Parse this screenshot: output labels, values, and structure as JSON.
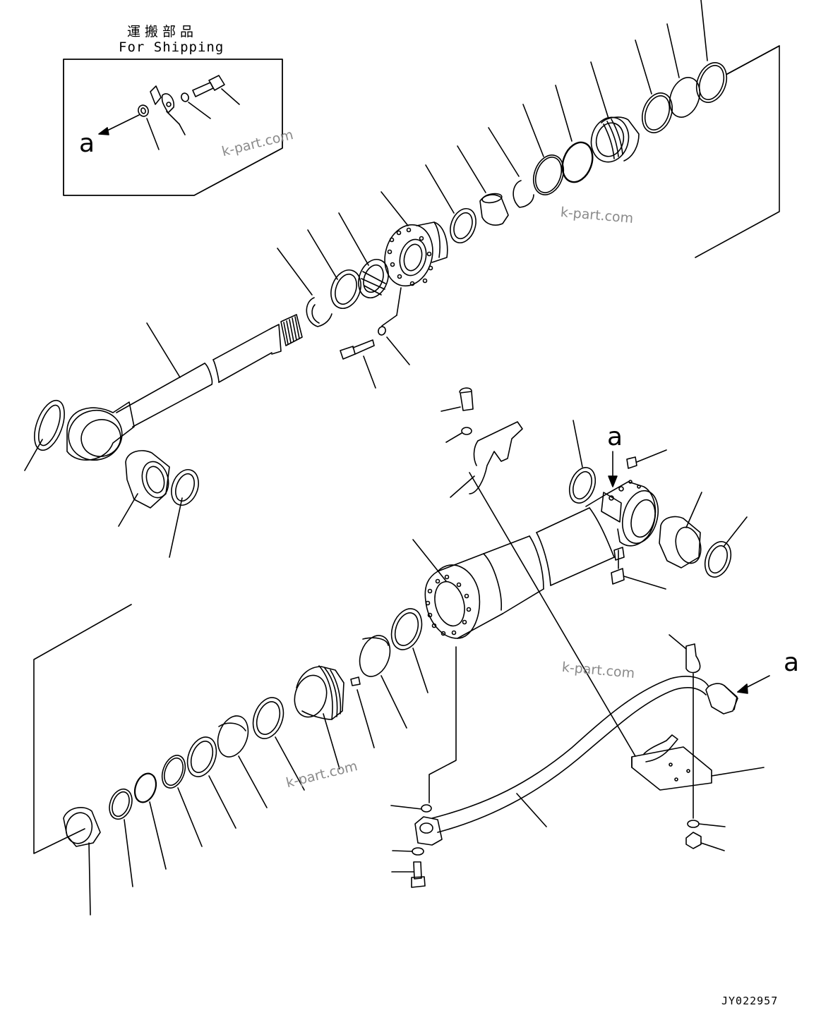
{
  "shipping_box": {
    "title_jp": "運搬部品",
    "title_en": "For Shipping"
  },
  "reference_marks": {
    "shipping_arrow": "a",
    "head_port": "a",
    "hose_end": "a"
  },
  "watermarks": [
    "k-part.com",
    "k-part.com",
    "k-part.com",
    "k-part.com"
  ],
  "drawing_number": "JY022957"
}
